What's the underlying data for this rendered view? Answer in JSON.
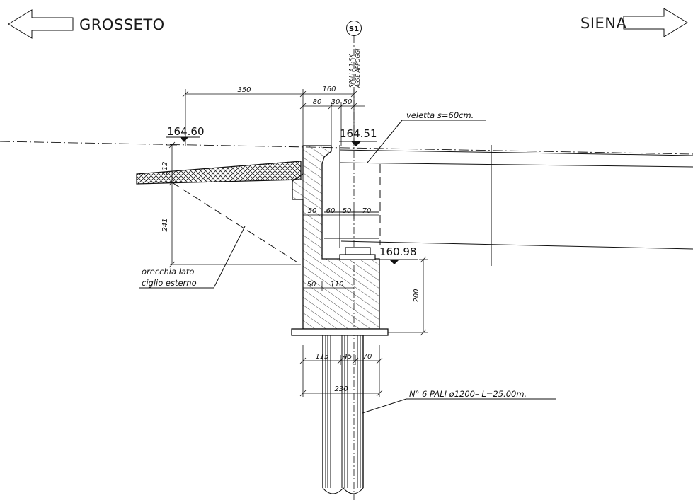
{
  "directions": {
    "left": "GROSSETO",
    "right": "SIENA"
  },
  "axis_marker": {
    "symbol": "S1",
    "label_line1": "SPALLA 1-SX",
    "label_line2": "ASSE APPOGGI"
  },
  "elevations": {
    "left_top": "164.60",
    "right_top": "164.51",
    "bearing": "160.98"
  },
  "dimensions": {
    "wing_length": "350",
    "top_width": "160",
    "top_part_a": "80",
    "top_part_b": "30",
    "top_part_c": "50",
    "wing_thickness": "112",
    "wing_height": "241",
    "mid_a": "50",
    "mid_b": "60",
    "mid_c": "50",
    "mid_d": "70",
    "base_a": "50",
    "base_b": "110",
    "base_height": "200",
    "pile_a": "115",
    "pile_b": "45",
    "pile_c": "70",
    "pile_total": "230"
  },
  "notes": {
    "veletta": "veletta s=60cm.",
    "orecchia_line1": "orecchia lato",
    "orecchia_line2": "ciglio esterno",
    "piles": "N° 6 PALI ø1200– L=25.00m."
  }
}
